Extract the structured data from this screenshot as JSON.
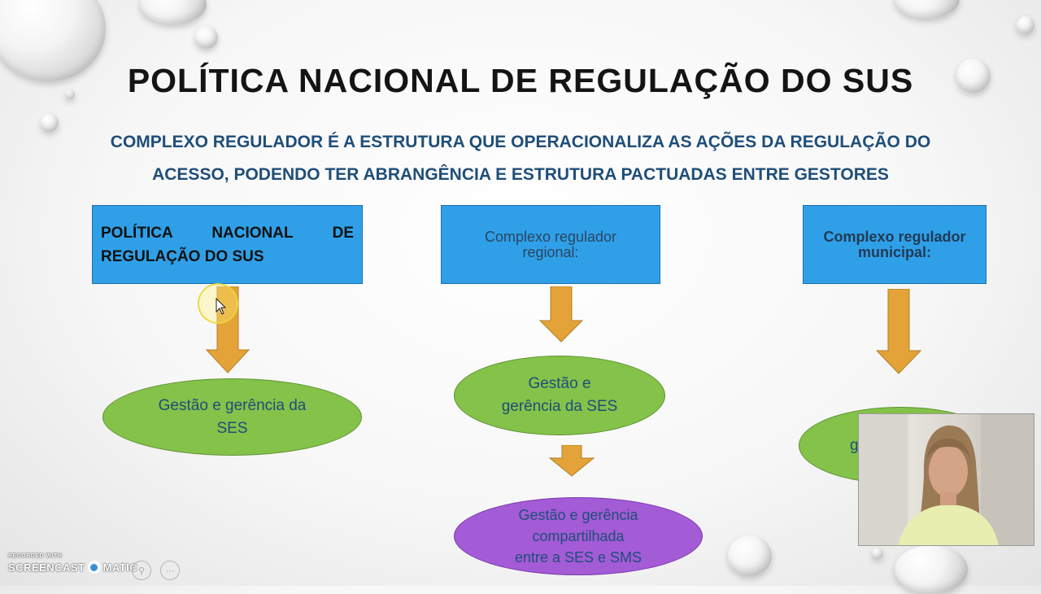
{
  "slide": {
    "title": "POLÍTICA NACIONAL DE REGULAÇÃO DO SUS",
    "subtitle_line1": "COMPLEXO REGULADOR É A ESTRUTURA QUE OPERACIONALIZA AS AÇÕES DA REGULAÇÃO DO",
    "subtitle_line2": "ACESSO, PODENDO TER ABRANGÊNCIA E ESTRUTURA PACTUADAS ENTRE GESTORES"
  },
  "columns": [
    {
      "box_line1": "POLÍTICA NACIONAL DE",
      "box_line2": "REGULAÇÃO DO SUS",
      "ellipse_line1": "Gestão e gerência da",
      "ellipse_line2": "SES"
    },
    {
      "box_line1": "Complexo regulador",
      "box_line2": "regional:",
      "ellipse_line1": "Gestão e",
      "ellipse_line2": "gerência da SES",
      "purple_line1": "Gestão e gerência",
      "purple_line2": "compartilhada",
      "purple_line3": "entre a SES  e SMS"
    },
    {
      "box_line1": "Complexo regulador",
      "box_line2": "municipal:",
      "ellipse_partial": "g"
    }
  ],
  "watermark": {
    "recorded": "RECORDED WITH",
    "brand_left": "SCREENCAST",
    "brand_right": "MATIC"
  },
  "colors": {
    "box_blue": "#2fa0e8",
    "ellipse_green": "#84c24a",
    "ellipse_purple": "#a35bd6",
    "arrow_orange": "#e3a338",
    "subtitle_blue": "#1f4e79"
  }
}
